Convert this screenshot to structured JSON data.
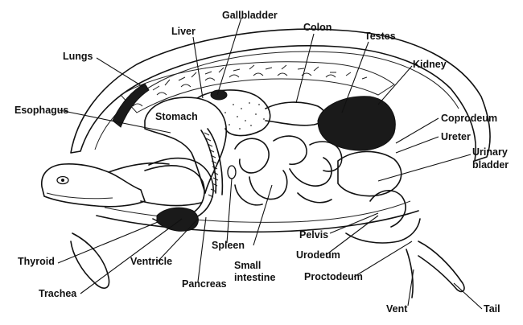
{
  "labels": {
    "gallbladder": "Gallbladder",
    "liver": "Liver",
    "colon": "Colon",
    "testes": "Testes",
    "lungs": "Lungs",
    "kidney": "Kidney",
    "esophagus": "Esophagus",
    "stomach": "Stomach",
    "coprodeum": "Coprodeum",
    "ureter": "Ureter",
    "urinary_line1": "Urinary",
    "urinary_line2": "bladder",
    "pelvis": "Pelvis",
    "thyroid": "Thyroid",
    "spleen": "Spleen",
    "small_line1": "Small",
    "small_line2": "intestine",
    "urodeum": "Urodeum",
    "ventricle": "Ventricle",
    "proctodeum": "Proctodeum",
    "pancreas": "Pancreas",
    "trachea": "Trachea",
    "vent": "Vent",
    "tail": "Tail"
  }
}
